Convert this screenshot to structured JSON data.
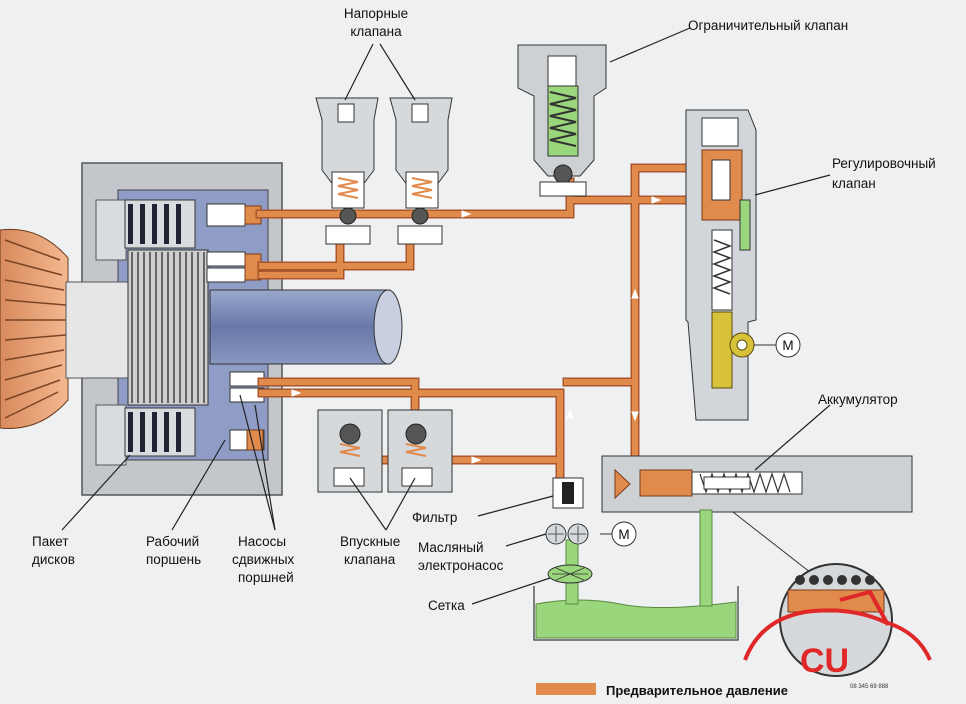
{
  "labels": {
    "pressure_valves": [
      "Напорные",
      "клапана"
    ],
    "limit_valve": "Ограничительный клапан",
    "regulating_valve": [
      "Регулировочный",
      "клапан"
    ],
    "accumulator": "Аккумулятор",
    "disc_pack": [
      "Пакет",
      "дисков"
    ],
    "working_piston": [
      "Рабочий",
      "поршень"
    ],
    "piston_pumps": [
      "Насосы",
      "сдвижных",
      "поршней"
    ],
    "inlet_valves": [
      "Впускные",
      "клапана"
    ],
    "filter": "Фильтр",
    "oil_pump": [
      "Масляный",
      "электронасос"
    ],
    "mesh": "Сетка",
    "motor_symbol": "M"
  },
  "legend": {
    "text": "Предварительное давление",
    "color": "#e08a4c"
  },
  "watermark": {
    "text": "CU",
    "phone": "08 345 69 888"
  },
  "colors": {
    "oil_line": "#e08a4c",
    "oil_line_dark": "#a8562a",
    "housing": "#bfc4c8",
    "shaft": "#8090b8",
    "oil_tank": "#9ad67c",
    "gear": "#e8a070"
  }
}
